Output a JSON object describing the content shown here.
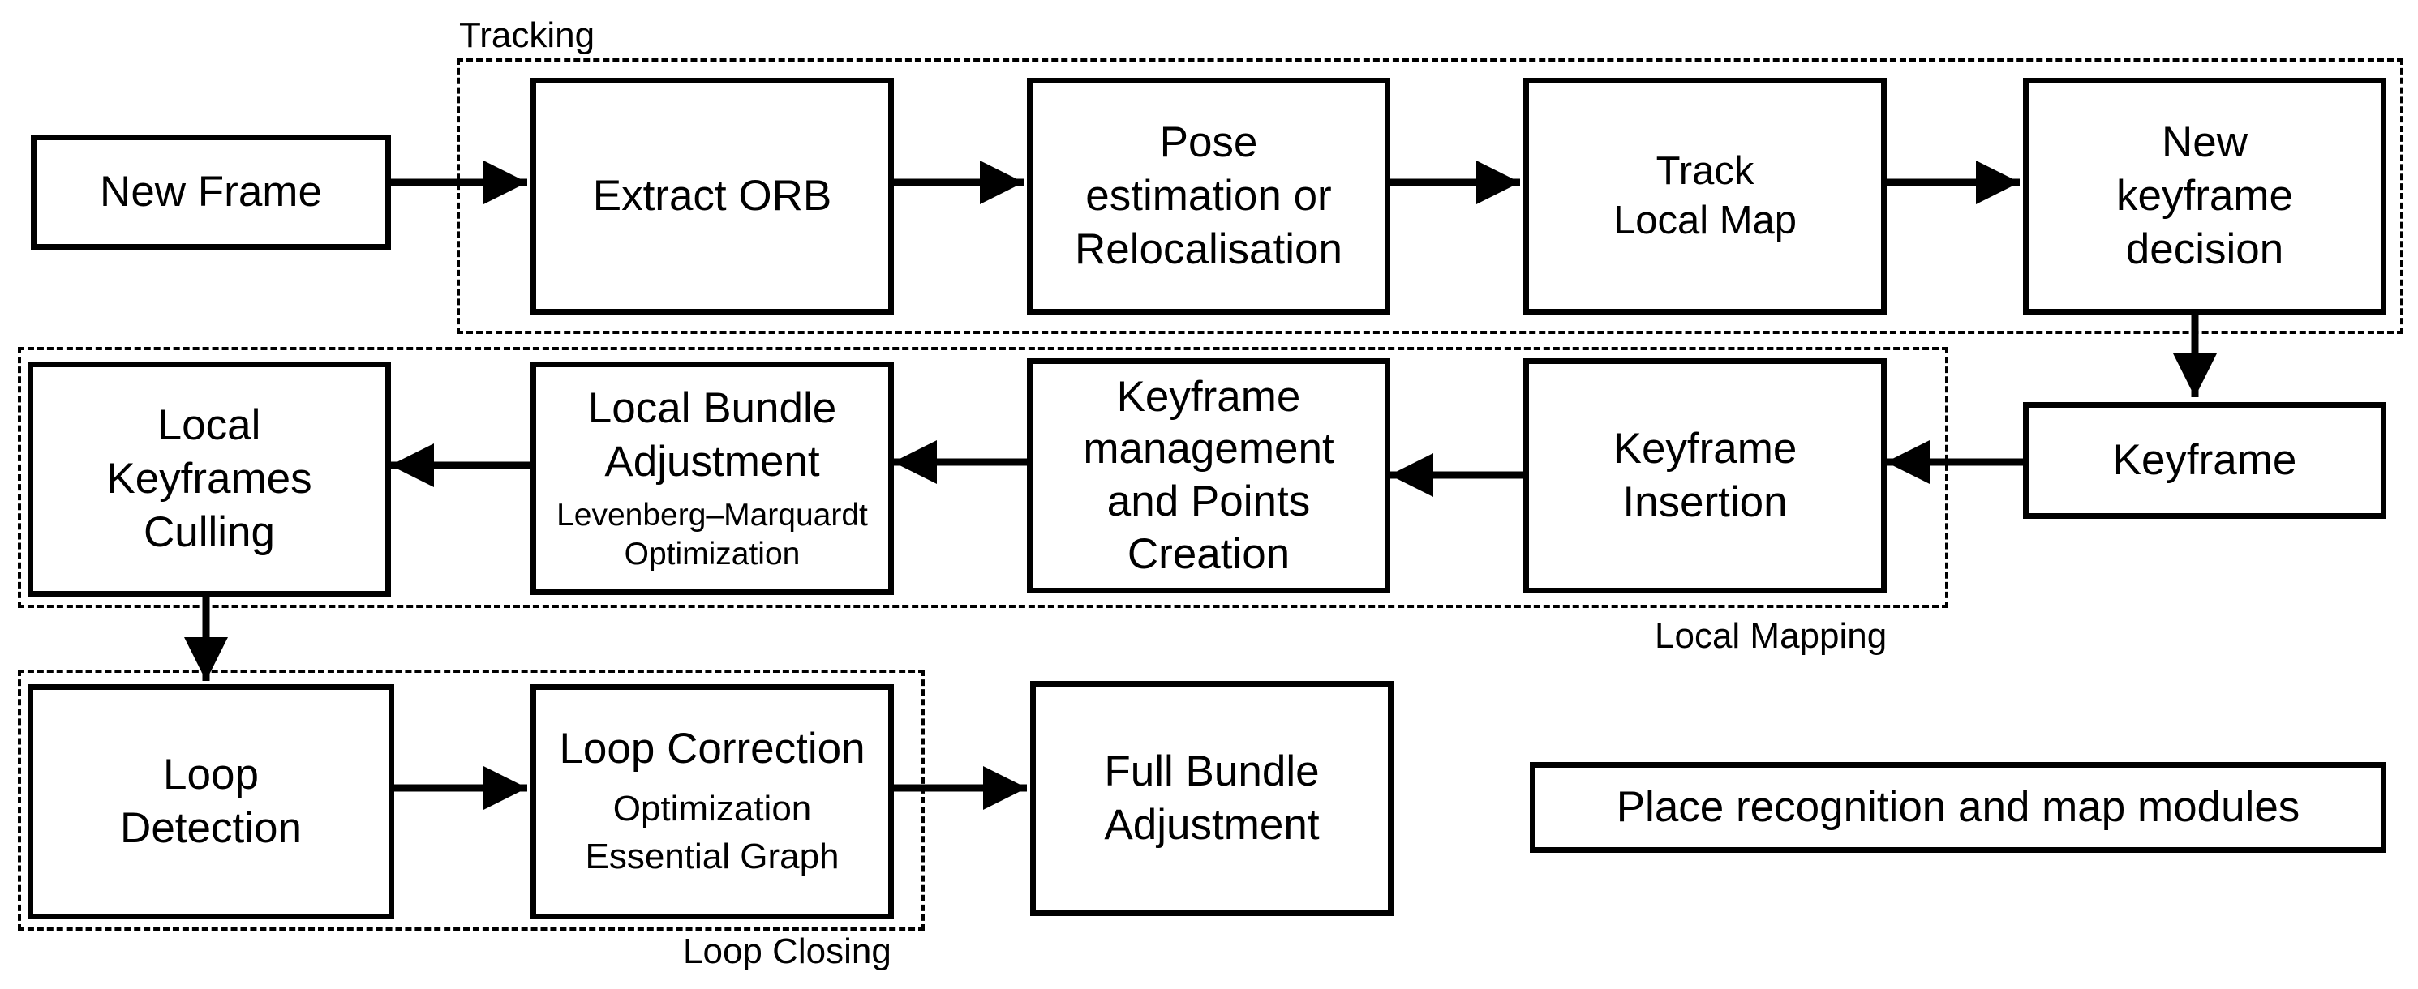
{
  "groups": {
    "tracking": "Tracking",
    "local_mapping": "Local Mapping",
    "loop_closing": "Loop Closing"
  },
  "nodes": {
    "new_frame": "New Frame",
    "extract_orb": "Extract ORB",
    "pose_estimation": "Pose\nestimation or\nRelocalisation",
    "track_local_map": "Track\nLocal Map",
    "new_keyframe_decision": "New\nkeyframe\ndecision",
    "keyframe": "Keyframe",
    "keyframe_insertion": "Keyframe\nInsertion",
    "keyframe_management": "Keyframe\nmanagement\nand Points\nCreation",
    "local_bundle_adjustment": "Local Bundle\nAdjustment",
    "local_bundle_adjustment_sub": "Levenberg–Marquardt\nOptimization",
    "local_keyframes_culling": "Local\nKeyframes\nCulling",
    "loop_detection": "Loop\nDetection",
    "loop_correction": "Loop Correction",
    "loop_correction_sub": "Optimization\nEssential Graph",
    "full_bundle_adjustment": "Full Bundle\nAdjustment",
    "legend": "Place recognition and map modules"
  },
  "edges": [
    {
      "from": "new_frame",
      "to": "extract_orb"
    },
    {
      "from": "extract_orb",
      "to": "pose_estimation"
    },
    {
      "from": "pose_estimation",
      "to": "track_local_map"
    },
    {
      "from": "track_local_map",
      "to": "new_keyframe_decision"
    },
    {
      "from": "new_keyframe_decision",
      "to": "keyframe"
    },
    {
      "from": "keyframe",
      "to": "keyframe_insertion"
    },
    {
      "from": "keyframe_insertion",
      "to": "keyframe_management"
    },
    {
      "from": "keyframe_management",
      "to": "local_bundle_adjustment"
    },
    {
      "from": "local_bundle_adjustment",
      "to": "local_keyframes_culling"
    },
    {
      "from": "local_keyframes_culling",
      "to": "loop_detection"
    },
    {
      "from": "loop_detection",
      "to": "loop_correction"
    },
    {
      "from": "loop_correction",
      "to": "full_bundle_adjustment"
    }
  ]
}
